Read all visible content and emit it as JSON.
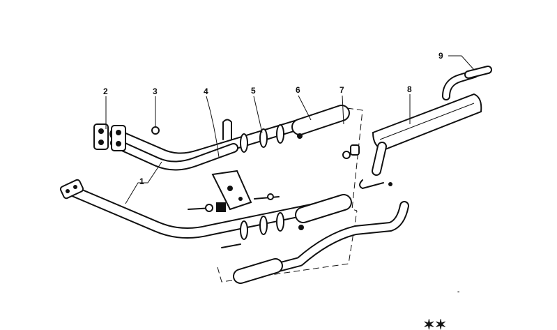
{
  "diagram": {
    "callouts": [
      {
        "number": "1"
      },
      {
        "number": "2"
      },
      {
        "number": "3"
      },
      {
        "number": "4"
      },
      {
        "number": "5"
      },
      {
        "number": "6"
      },
      {
        "number": "7"
      },
      {
        "number": "8"
      },
      {
        "number": "9"
      }
    ],
    "footer_mark": "✶✶",
    "small_mark": "-"
  }
}
